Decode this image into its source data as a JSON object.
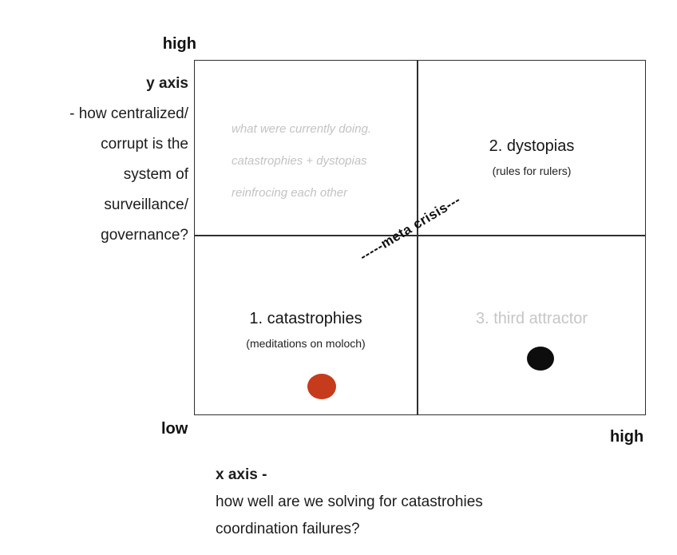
{
  "axis": {
    "y_high_label": "high",
    "y_title": "y axis",
    "y_lines": [
      "- how centralized/",
      "corrupt is the",
      "system of",
      "surveillance/",
      "governance?"
    ],
    "x_low_label": "low",
    "x_high_label": "high",
    "x_title": "x axis -",
    "x_lines": [
      "how well are we solving for catastrohies",
      "coordination failures?"
    ]
  },
  "quadrants": {
    "top_left_notes": [
      "what were currently doing.",
      "catastrophies + dystopias",
      "reinfrocing each other"
    ],
    "top_right": {
      "title": "2. dystopias",
      "subtitle": "(rules for rulers)"
    },
    "bottom_left": {
      "title": "1. catastrophies",
      "subtitle": "(meditations on moloch)"
    },
    "bottom_right": {
      "title": "3. third attractor"
    }
  },
  "annotations": {
    "meta_crisis": "-----meta crisis---"
  },
  "colors": {
    "catastrophe_dot": "#c63b1c",
    "third_attractor_dot": "#0d0d0d",
    "muted_text": "#c3c3c3"
  }
}
